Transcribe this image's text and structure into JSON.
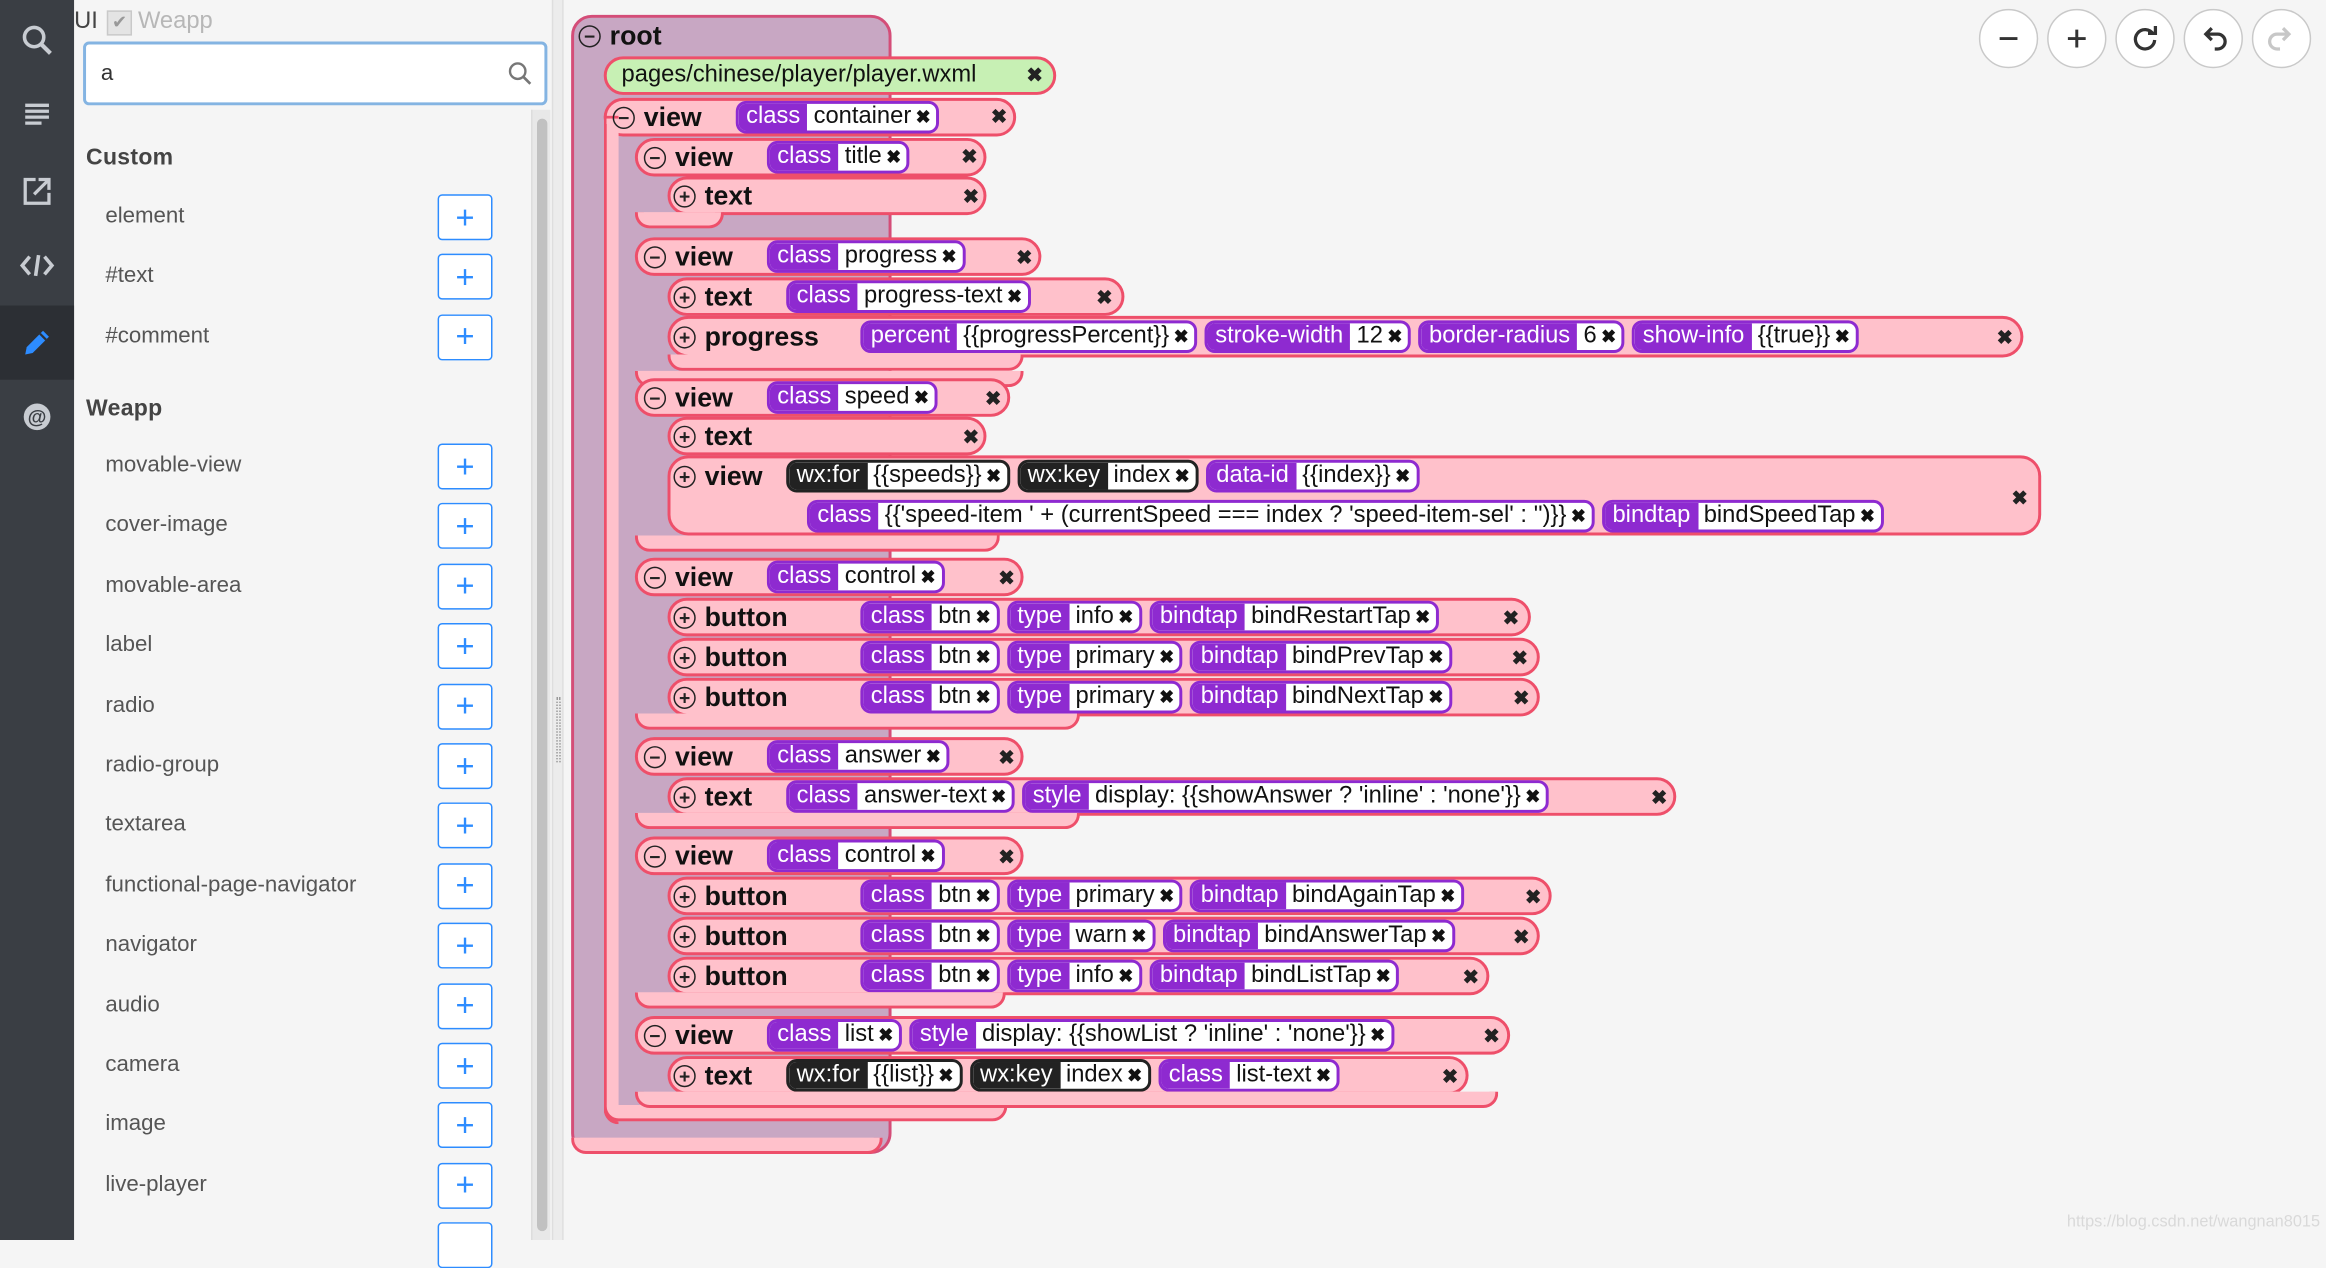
{
  "nav": {
    "items": [
      "search-icon",
      "list-icon",
      "external-link-icon",
      "code-icon",
      "pencil-icon",
      "at-sign-icon"
    ],
    "active": "pencil-icon"
  },
  "panel": {
    "mode_label": "UI",
    "weapp_label": "Weapp",
    "search": {
      "value": "a"
    },
    "custom_title": "Custom",
    "custom_items": [
      "element",
      "#text",
      "#comment"
    ],
    "weapp_title": "Weapp",
    "weapp_items": [
      "movable-view",
      "cover-image",
      "movable-area",
      "label",
      "radio",
      "radio-group",
      "textarea",
      "functional-page-navigator",
      "navigator",
      "audio",
      "camera",
      "image",
      "live-player"
    ],
    "add_symbol": "+"
  },
  "toolbar": {
    "buttons": [
      "zoom-out-icon",
      "zoom-in-icon",
      "refresh-icon",
      "undo-icon",
      "redo-icon"
    ]
  },
  "tree": {
    "root": "root",
    "file": "pages/chinese/player/player.wxml",
    "nodes": [
      {
        "tag": "view",
        "attrs": [
          [
            "class",
            "container"
          ]
        ]
      },
      {
        "tag": "view",
        "attrs": [
          [
            "class",
            "title"
          ]
        ]
      },
      {
        "tag": "text",
        "attrs": []
      },
      {
        "tag": "view",
        "attrs": [
          [
            "class",
            "progress"
          ]
        ]
      },
      {
        "tag": "text",
        "attrs": [
          [
            "class",
            "progress-text"
          ]
        ]
      },
      {
        "tag": "progress",
        "attrs": [
          [
            "percent",
            "{{progressPercent}}"
          ],
          [
            "stroke-width",
            "12"
          ],
          [
            "border-radius",
            "6"
          ],
          [
            "show-info",
            "{{true}}"
          ]
        ]
      },
      {
        "tag": "view",
        "attrs": [
          [
            "class",
            "speed"
          ]
        ]
      },
      {
        "tag": "text",
        "attrs": []
      },
      {
        "tag": "view",
        "attrs": [
          [
            "wx:for",
            "{{speeds}}"
          ],
          [
            "wx:key",
            "index"
          ],
          [
            "data-id",
            "{{index}}"
          ]
        ]
      },
      {
        "tag": "",
        "attrs": [
          [
            "class",
            "{{'speed-item ' + (currentSpeed === index ? 'speed-item-sel' : '')}}"
          ],
          [
            "bindtap",
            "bindSpeedTap"
          ]
        ]
      },
      {
        "tag": "view",
        "attrs": [
          [
            "class",
            "control"
          ]
        ]
      },
      {
        "tag": "button",
        "attrs": [
          [
            "class",
            "btn"
          ],
          [
            "type",
            "info"
          ],
          [
            "bindtap",
            "bindRestartTap"
          ]
        ]
      },
      {
        "tag": "button",
        "attrs": [
          [
            "class",
            "btn"
          ],
          [
            "type",
            "primary"
          ],
          [
            "bindtap",
            "bindPrevTap"
          ]
        ]
      },
      {
        "tag": "button",
        "attrs": [
          [
            "class",
            "btn"
          ],
          [
            "type",
            "primary"
          ],
          [
            "bindtap",
            "bindNextTap"
          ]
        ]
      },
      {
        "tag": "view",
        "attrs": [
          [
            "class",
            "answer"
          ]
        ]
      },
      {
        "tag": "text",
        "attrs": [
          [
            "class",
            "answer-text"
          ],
          [
            "style",
            "display: {{showAnswer ? 'inline' : 'none'}}"
          ]
        ]
      },
      {
        "tag": "view",
        "attrs": [
          [
            "class",
            "control"
          ]
        ]
      },
      {
        "tag": "button",
        "attrs": [
          [
            "class",
            "btn"
          ],
          [
            "type",
            "primary"
          ],
          [
            "bindtap",
            "bindAgainTap"
          ]
        ]
      },
      {
        "tag": "button",
        "attrs": [
          [
            "class",
            "btn"
          ],
          [
            "type",
            "warn"
          ],
          [
            "bindtap",
            "bindAnswerTap"
          ]
        ]
      },
      {
        "tag": "button",
        "attrs": [
          [
            "class",
            "btn"
          ],
          [
            "type",
            "info"
          ],
          [
            "bindtap",
            "bindListTap"
          ]
        ]
      },
      {
        "tag": "view",
        "attrs": [
          [
            "class",
            "list"
          ],
          [
            "style",
            "display: {{showList ? 'inline' : 'none'}}"
          ]
        ]
      },
      {
        "tag": "text",
        "attrs": [
          [
            "wx:for",
            "{{list}}"
          ],
          [
            "wx:key",
            "index"
          ],
          [
            "class",
            "list-text"
          ]
        ]
      }
    ]
  },
  "watermark": "https://blog.csdn.net/wangnan8015"
}
